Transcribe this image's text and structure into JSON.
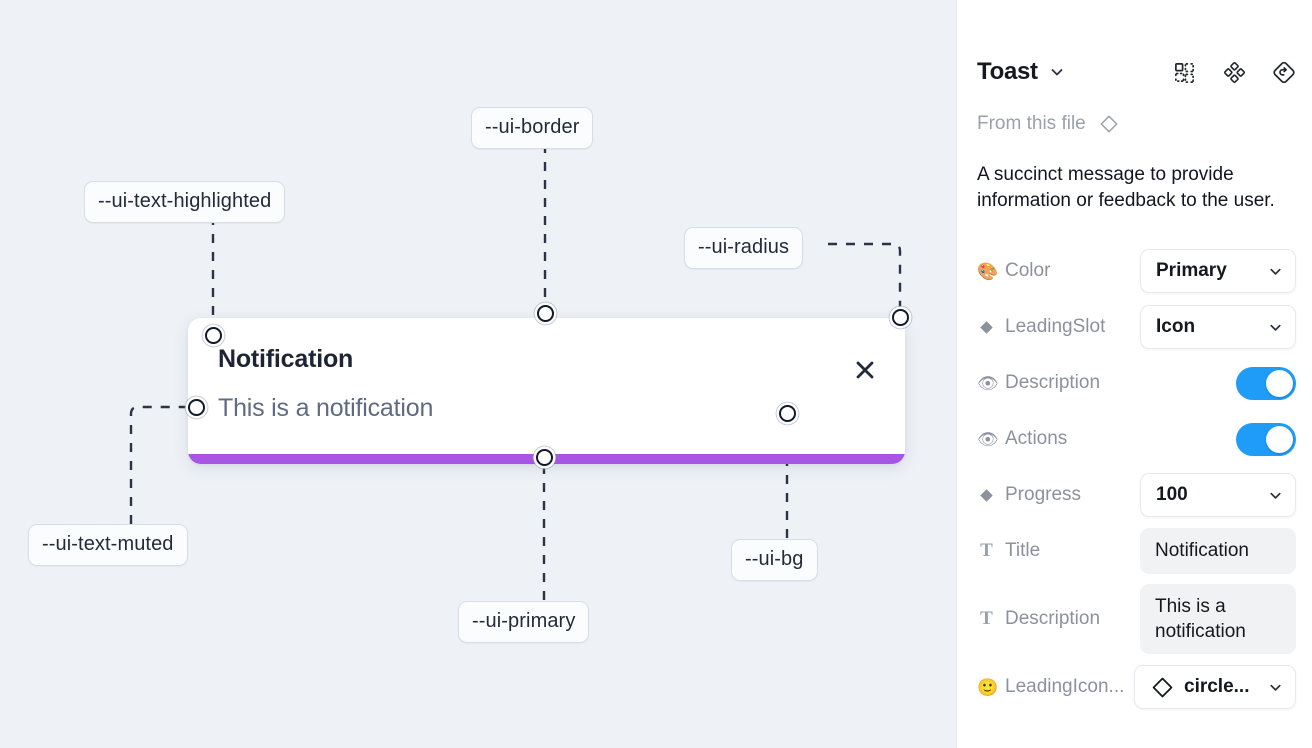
{
  "canvas": {
    "tokens": [
      {
        "label": "--ui-text-highlighted"
      },
      {
        "label": "--ui-border"
      },
      {
        "label": "--ui-radius"
      },
      {
        "label": "--ui-text-muted"
      },
      {
        "label": "--ui-primary"
      },
      {
        "label": "--ui-bg"
      }
    ],
    "toast": {
      "title": "Notification",
      "description": "This is a notification",
      "close_icon": "close-icon",
      "progress_color": "#a855e6",
      "background": "#ffffff",
      "title_color": "#1d2433",
      "description_color": "#5f6b80"
    }
  },
  "panel": {
    "title": "Toast",
    "title_chevron": "chevron-down-icon",
    "header_icons": [
      "component-grid-icon",
      "variants-diamond-icon",
      "reset-diamond-icon"
    ],
    "from_file_label": "From this file",
    "from_file_icon": "diamond-icon",
    "description": "A succinct message to provide information or feedback to the user.",
    "properties": [
      {
        "icon": "palette-emoji",
        "icon_glyph": "🎨",
        "icon_kind": "emoji",
        "label": "Color",
        "control": "select",
        "value": "Primary"
      },
      {
        "icon": "diamond-icon",
        "icon_glyph": "◆",
        "icon_kind": "diamond",
        "label": "LeadingSlot",
        "control": "select",
        "value": "Icon"
      },
      {
        "icon": "eye-emoji",
        "icon_glyph": "👁",
        "icon_kind": "emoji",
        "label": "Description",
        "control": "toggle",
        "value": "on"
      },
      {
        "icon": "eye-emoji",
        "icon_glyph": "👁",
        "icon_kind": "emoji",
        "label": "Actions",
        "control": "toggle",
        "value": "on"
      },
      {
        "icon": "diamond-icon",
        "icon_glyph": "◆",
        "icon_kind": "diamond",
        "label": "Progress",
        "control": "select",
        "value": "100"
      },
      {
        "icon": "text-glyph-icon",
        "icon_glyph": "T",
        "icon_kind": "tglyph",
        "label": "Title",
        "control": "text",
        "value": "Notification"
      },
      {
        "icon": "text-glyph-icon",
        "icon_glyph": "T",
        "icon_kind": "tglyph",
        "label": "Description",
        "control": "text-tall",
        "value": "This is a notification"
      },
      {
        "icon": "smiley-emoji",
        "icon_glyph": "🙂",
        "icon_kind": "emoji",
        "label": "LeadingIcon...",
        "control": "select-icon",
        "value": "circle..."
      }
    ],
    "toggle_color": "#1f9cf7"
  }
}
